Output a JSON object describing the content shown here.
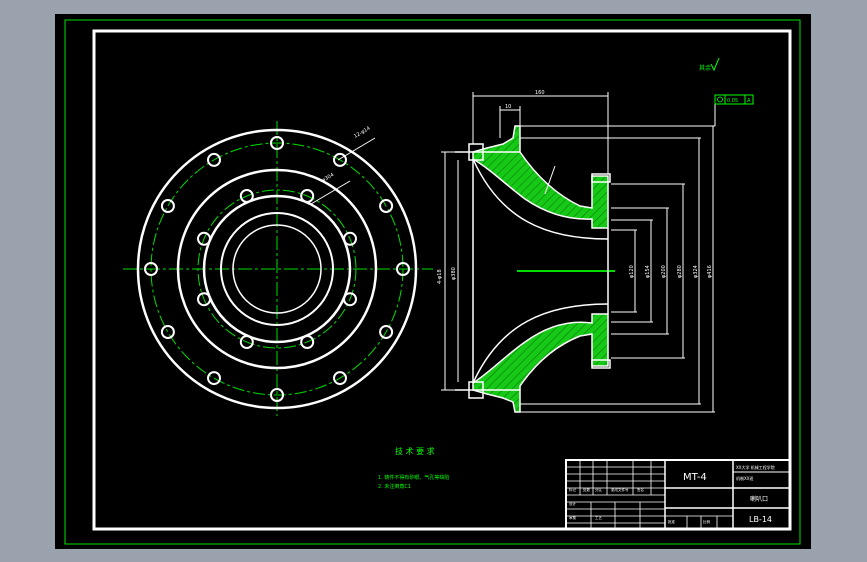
{
  "drawing": {
    "surface_finish_note": "其余",
    "tolerance_frame_value": "0.05",
    "tolerance_frame_datum": "A",
    "dims_top": [
      "160",
      "10"
    ],
    "dims_left": [
      "4-φ18",
      "φ380"
    ],
    "dims_right": [
      "φ120",
      "φ154",
      "φ200",
      "φ280",
      "φ324",
      "φ416"
    ],
    "dims_view": [
      "12-φ14",
      "φ304"
    ],
    "tech_req_title": "技 术 要 求",
    "tech_req_items": [
      "1. 铸件不得有砂眼、气孔等缺陷",
      "2. 未注倒角C1"
    ]
  },
  "title_block": {
    "drawing_no": "MT-4",
    "school_lines": [
      "XX大学 机械工程学院",
      "机制XX班"
    ],
    "part_name": "喇叭口",
    "code": "LB-14",
    "cells": [
      "标记",
      "处数",
      "分区",
      "更改文件号",
      "签名",
      "设计",
      "审核",
      "工艺",
      "批准",
      "比例"
    ]
  },
  "colors": {
    "background": "#000000",
    "frame": "#ffffff",
    "outer_border": "#00e000",
    "center_line": "#00dd00",
    "section_fill": "#16c916",
    "text": "#00ff00"
  }
}
